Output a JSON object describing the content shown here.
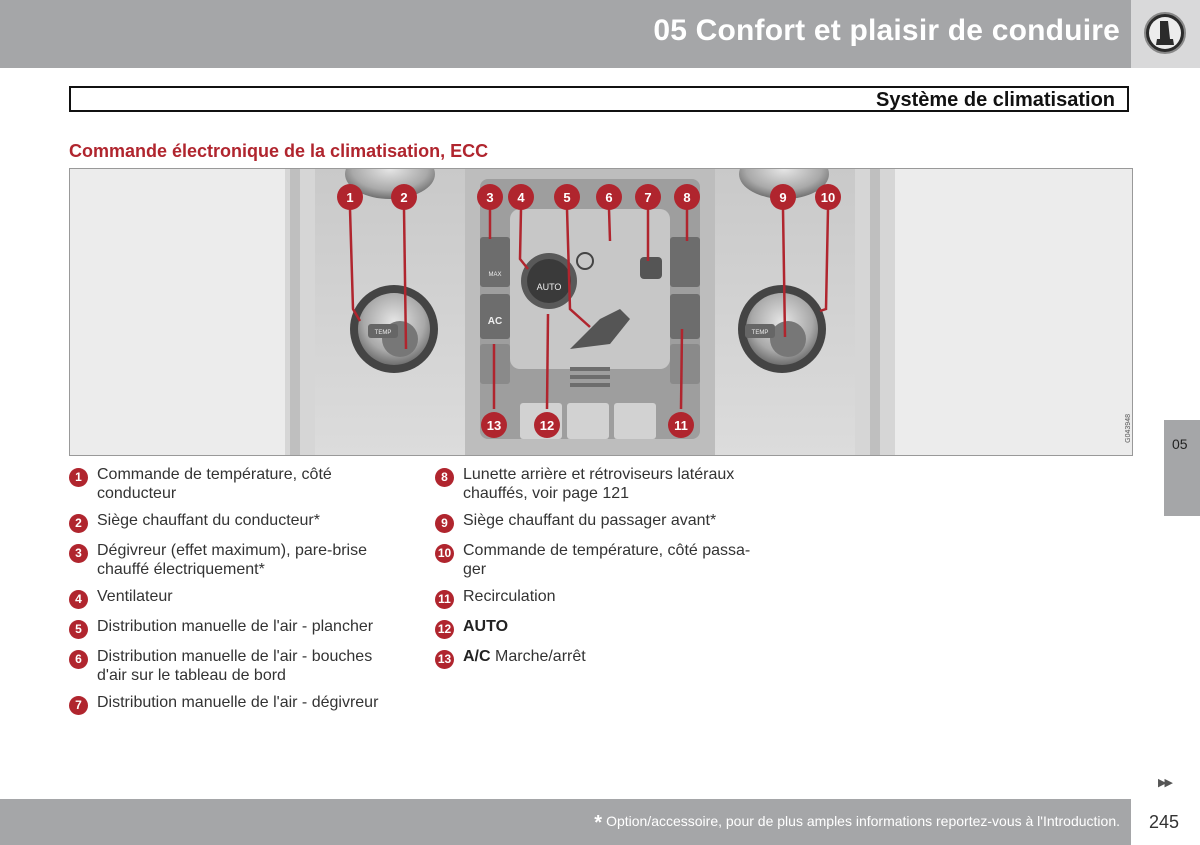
{
  "header": {
    "chapter_title": "05 Confort et plaisir de conduire",
    "chapter_icon": "seat-icon"
  },
  "section": {
    "title": "Système de climatisation"
  },
  "subsection": {
    "title": "Commande électronique de la climatisation, ECC"
  },
  "figure": {
    "code": "G043948",
    "button_labels": {
      "auto": "AUTO",
      "ac": "AC",
      "max": "MAX",
      "temp_left": "TEMP",
      "temp_right": "TEMP"
    },
    "callouts": [
      "1",
      "2",
      "3",
      "4",
      "5",
      "6",
      "7",
      "8",
      "9",
      "10",
      "11",
      "12",
      "13"
    ]
  },
  "legend_left": [
    {
      "num": "1",
      "text": "Commande de température, côté conducteur"
    },
    {
      "num": "2",
      "text": "Siège chauffant du conducteur*"
    },
    {
      "num": "3",
      "text": "Dégivreur (effet maximum), pare-brise chauffé électriquement*"
    },
    {
      "num": "4",
      "text": "Ventilateur"
    },
    {
      "num": "5",
      "text": "Distribution manuelle de l'air - plancher"
    },
    {
      "num": "6",
      "text": "Distribution manuelle de l'air - bouches d'air sur le tableau de bord"
    },
    {
      "num": "7",
      "text": "Distribution manuelle de l'air - dégivreur"
    }
  ],
  "legend_right": [
    {
      "num": "8",
      "text": "Lunette arrière et rétroviseurs latéraux chauffés, voir page 121"
    },
    {
      "num": "9",
      "text": "Siège chauffant du passager avant*"
    },
    {
      "num": "10",
      "text": "Commande de température, côté passa-ger"
    },
    {
      "num": "11",
      "text": "Recirculation"
    },
    {
      "num": "12",
      "bold": "AUTO",
      "text": ""
    },
    {
      "num": "13",
      "bold": "A/C",
      "text": " Marche/arrêt"
    }
  ],
  "side_tab": {
    "label": "05"
  },
  "footer": {
    "star": "*",
    "footnote": "Option/accessoire, pour de plus amples informations reportez-vous à l'Introduction.",
    "page_number": "245"
  },
  "colors": {
    "accent": "#b0252e",
    "bar_gray": "#a5a6a8"
  }
}
